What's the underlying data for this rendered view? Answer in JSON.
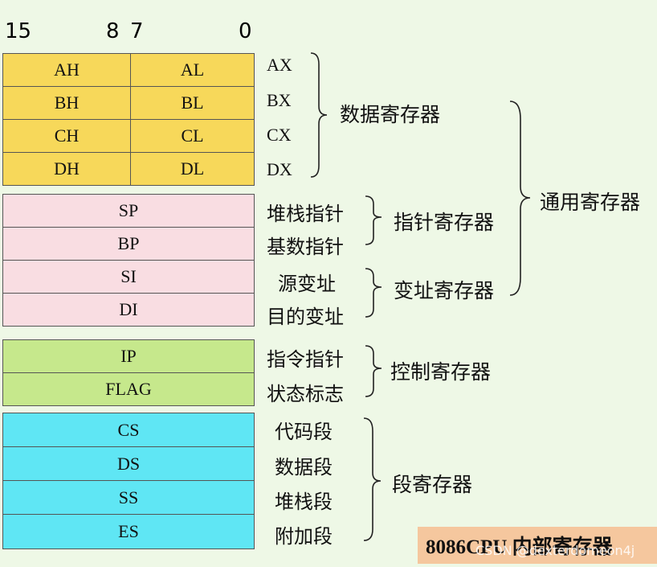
{
  "bits": {
    "b15": "15",
    "b8": "8",
    "b7": "7",
    "b0": "0"
  },
  "data_regs": [
    {
      "high": "AH",
      "low": "AL",
      "name": "AX"
    },
    {
      "high": "BH",
      "low": "BL",
      "name": "BX"
    },
    {
      "high": "CH",
      "low": "CL",
      "name": "CX"
    },
    {
      "high": "DH",
      "low": "DL",
      "name": "DX"
    }
  ],
  "pointer_regs": [
    {
      "name": "SP",
      "desc": "堆栈指针"
    },
    {
      "name": "BP",
      "desc": "基数指针"
    }
  ],
  "index_regs": [
    {
      "name": "SI",
      "desc": "源变址"
    },
    {
      "name": "DI",
      "desc": "目的变址"
    }
  ],
  "control_regs": [
    {
      "name": "IP",
      "desc": "指令指针"
    },
    {
      "name": "FLAG",
      "desc": "状态标志"
    }
  ],
  "segment_regs": [
    {
      "name": "CS",
      "desc": "代码段"
    },
    {
      "name": "DS",
      "desc": "数据段"
    },
    {
      "name": "SS",
      "desc": "堆栈段"
    },
    {
      "name": "ES",
      "desc": "附加段"
    }
  ],
  "groups": {
    "data": "数据寄存器",
    "pointer": "指针寄存器",
    "index": "变址寄存器",
    "general": "通用寄存器",
    "control": "控制寄存器",
    "segment": "段寄存器"
  },
  "title": "8086CPU 内部寄存器",
  "watermark": "CSDN @dexterdomeon4j",
  "colors": {
    "data": "#f7d85a",
    "pointer_index": "#f9dde2",
    "control": "#c6e88c",
    "segment": "#5fe6f4",
    "title_bg": "#f5c79e"
  }
}
